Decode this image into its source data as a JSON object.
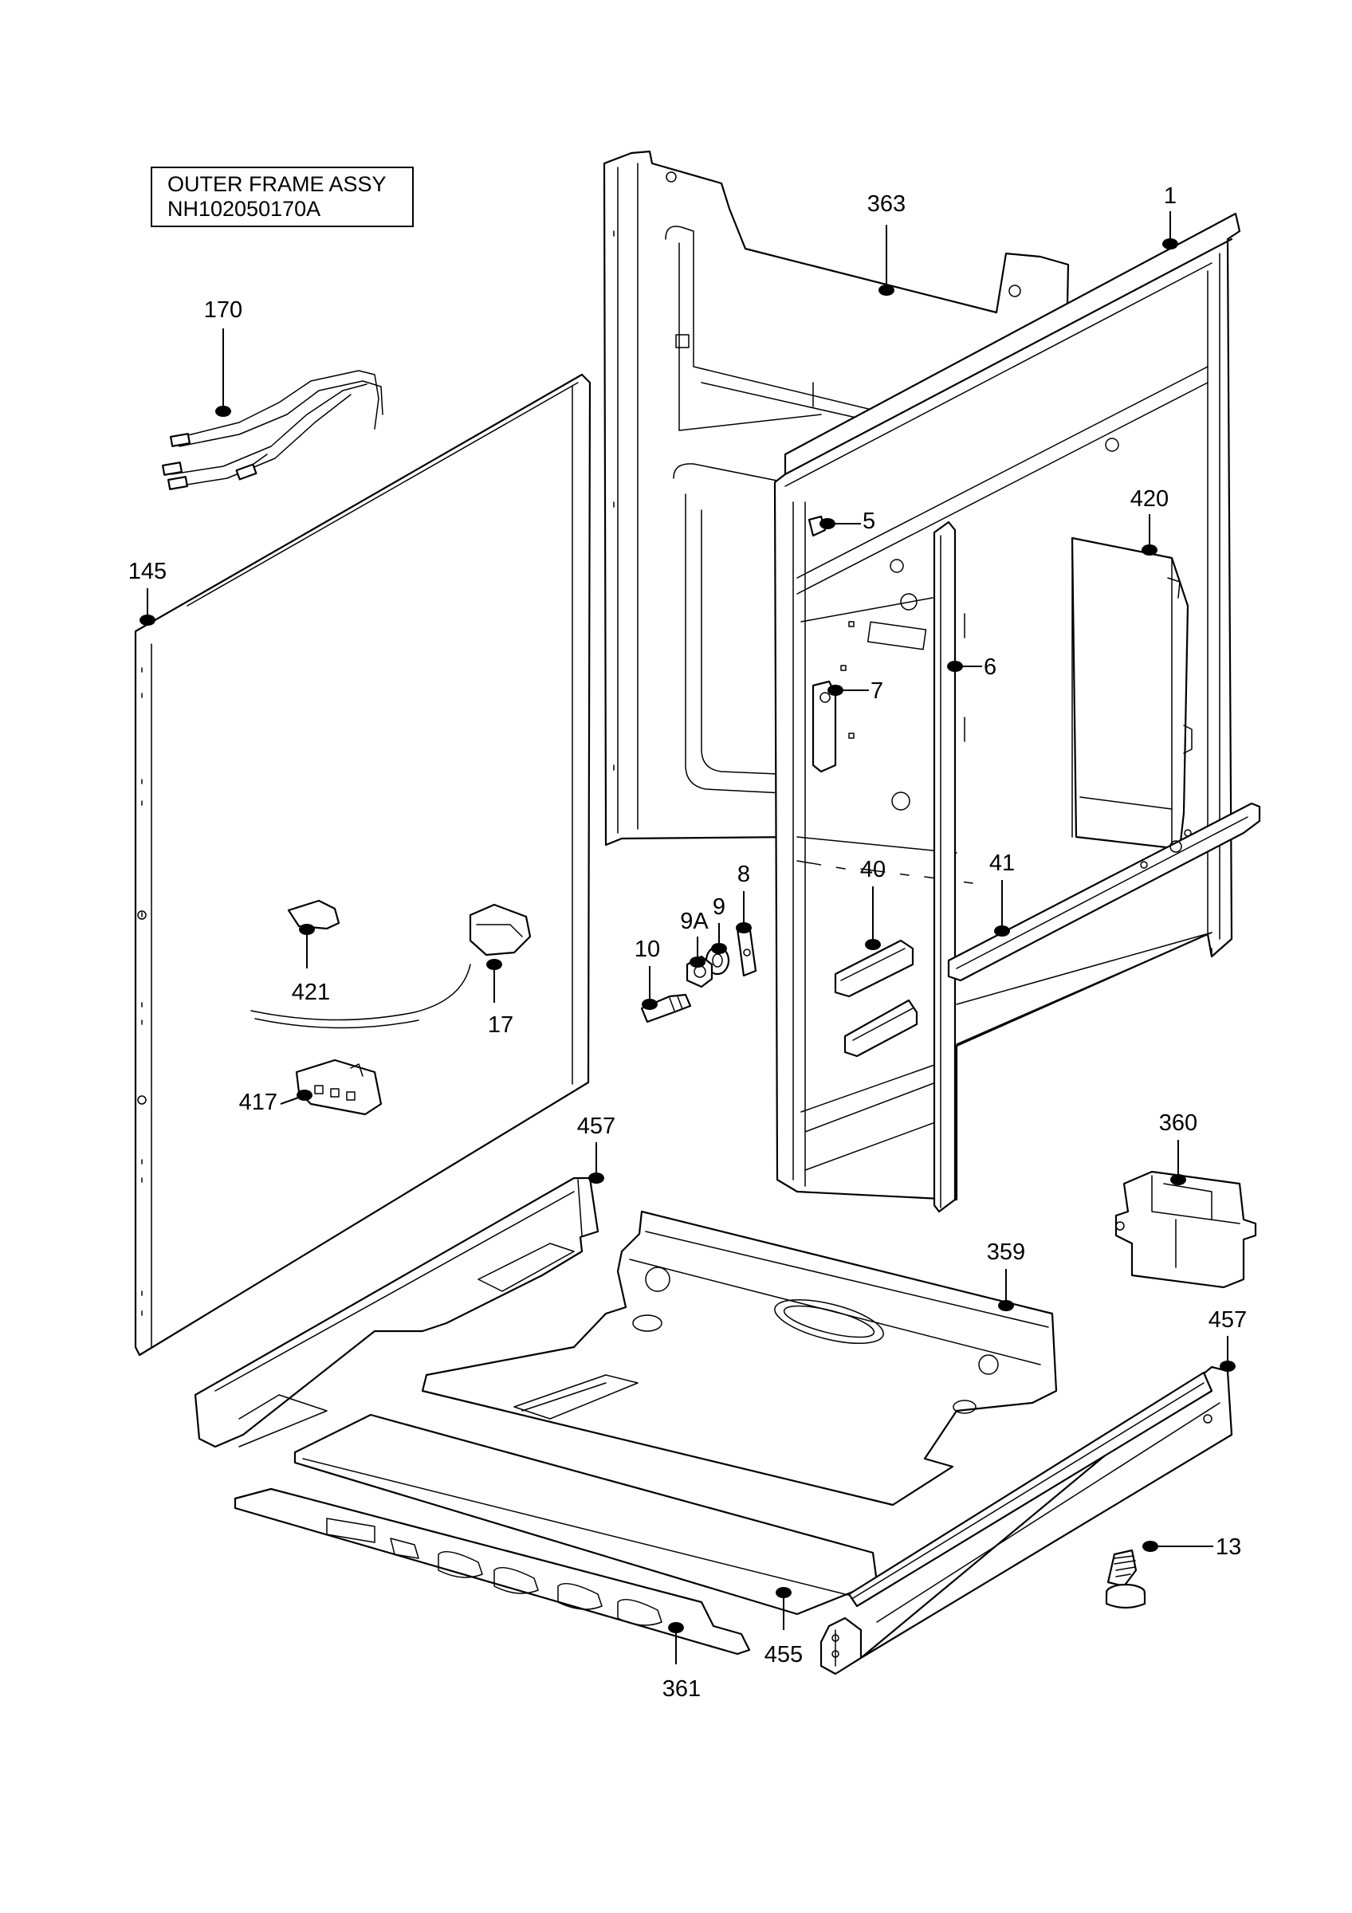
{
  "title": {
    "line1": "OUTER FRAME ASSY",
    "line2": "NH102050170A"
  },
  "callouts": [
    {
      "id": "363",
      "label": "363"
    },
    {
      "id": "1",
      "label": "1"
    },
    {
      "id": "170",
      "label": "170"
    },
    {
      "id": "420",
      "label": "420"
    },
    {
      "id": "5",
      "label": "5"
    },
    {
      "id": "145",
      "label": "145"
    },
    {
      "id": "6",
      "label": "6"
    },
    {
      "id": "7",
      "label": "7"
    },
    {
      "id": "8",
      "label": "8"
    },
    {
      "id": "40",
      "label": "40"
    },
    {
      "id": "41",
      "label": "41"
    },
    {
      "id": "9A",
      "label": "9A"
    },
    {
      "id": "9",
      "label": "9"
    },
    {
      "id": "10",
      "label": "10"
    },
    {
      "id": "421",
      "label": "421"
    },
    {
      "id": "17",
      "label": "17"
    },
    {
      "id": "417",
      "label": "417"
    },
    {
      "id": "457a",
      "label": "457"
    },
    {
      "id": "360",
      "label": "360"
    },
    {
      "id": "359",
      "label": "359"
    },
    {
      "id": "457b",
      "label": "457"
    },
    {
      "id": "13",
      "label": "13"
    },
    {
      "id": "455",
      "label": "455"
    },
    {
      "id": "361",
      "label": "361"
    }
  ]
}
